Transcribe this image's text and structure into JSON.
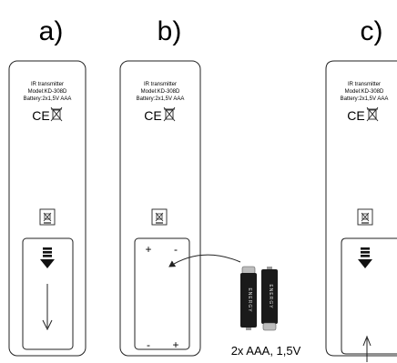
{
  "panels": [
    {
      "label": "a)",
      "device": {
        "title": "IR transmitter",
        "model": "Model:KD-308D",
        "battery": "Battery:2x1,5V AAA",
        "marks": "CE"
      }
    },
    {
      "label": "b)",
      "device": {
        "title": "IR transmitter",
        "model": "Model:KD-308D",
        "battery": "Battery:2x1,5V AAA",
        "marks": "CE"
      },
      "polarity": {
        "top_left": "+",
        "top_right": "-",
        "bottom_left": "-",
        "bottom_right": "+"
      }
    },
    {
      "label": "c)",
      "device": {
        "title": "IR transmitter",
        "model": "Model:KD-308D",
        "battery": "Battery:2x1,5V AAA",
        "marks": "CE"
      }
    }
  ],
  "battery_label_text": "ENERGY",
  "caption": "2x AAA, 1,5V",
  "colors": {
    "outline": "#222222",
    "battery_body": "#1a1a1a",
    "battery_cap": "#bdbdbd"
  },
  "icons": [
    "weee-bin-icon",
    "push-arrow-icon",
    "slide-down-arrow-icon",
    "slide-up-arrow-icon",
    "insert-arrow-icon"
  ]
}
